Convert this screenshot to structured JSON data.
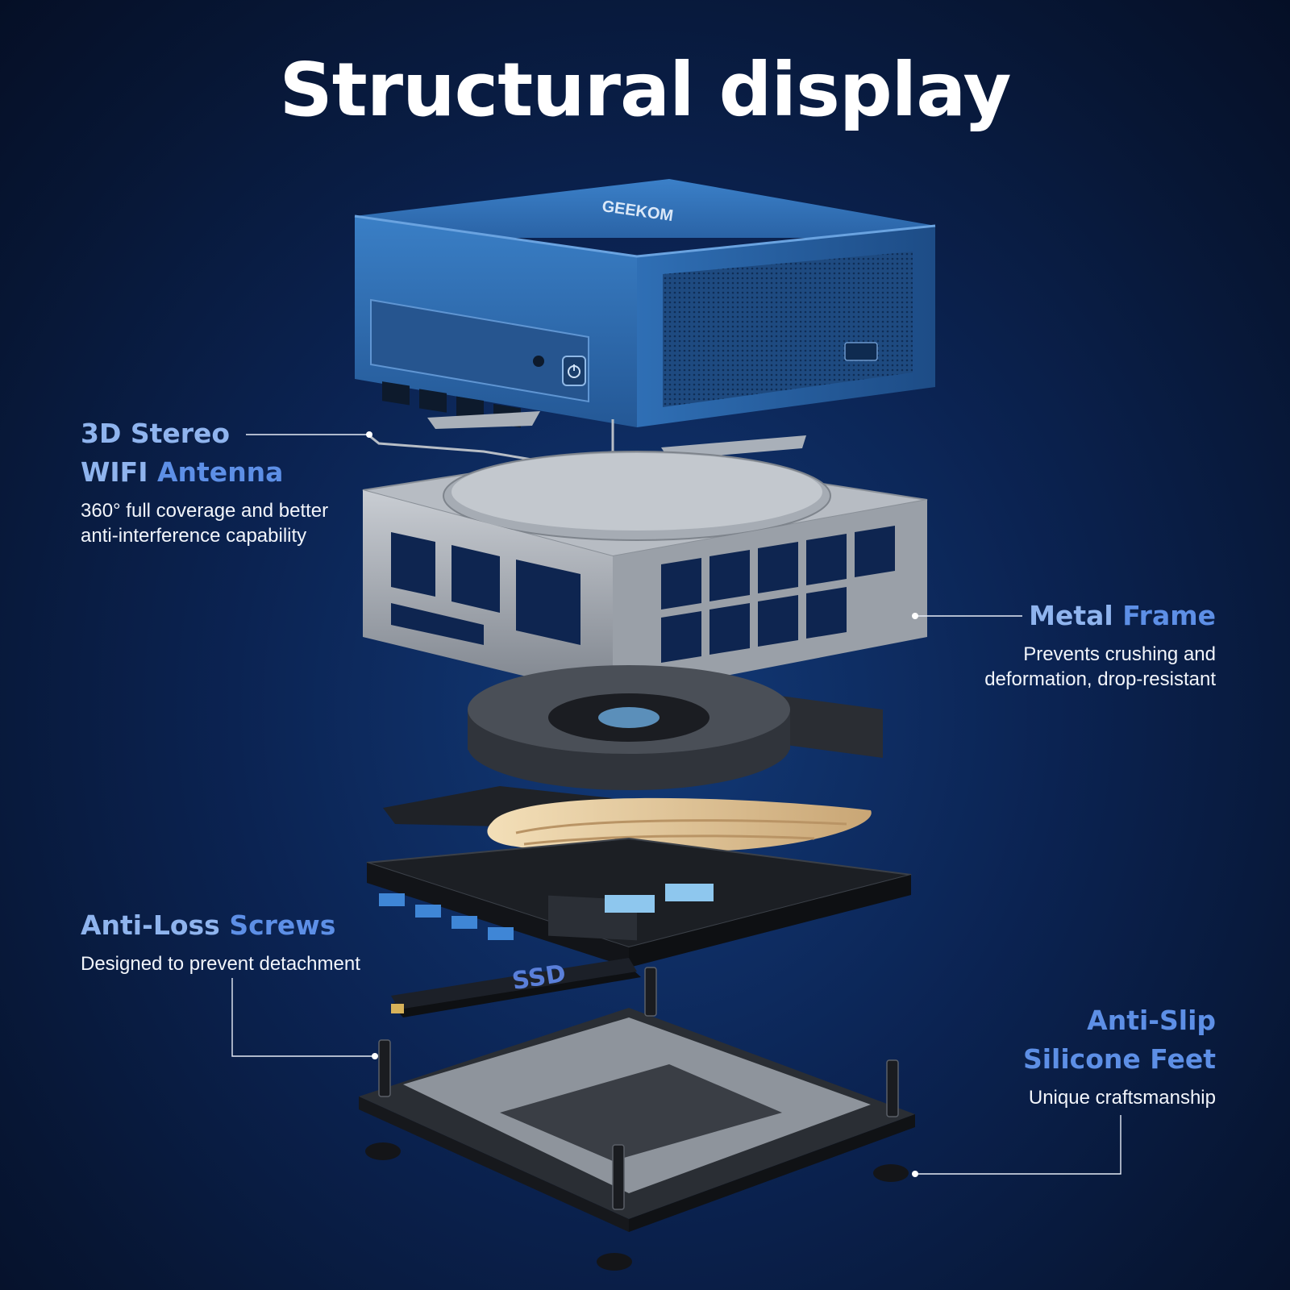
{
  "title": "Structural display",
  "brand": "GEEKOM",
  "ssd_label": "SSD",
  "features": {
    "antenna": {
      "title_line1": "3D Stereo",
      "title_line2_a": "WIFI",
      "title_line2_b": "Antenna",
      "description_line1": "360° full coverage and better",
      "description_line2": "anti-interference capability"
    },
    "metal_frame": {
      "title_a": "Metal",
      "title_b": "Frame",
      "description_line1": "Prevents crushing and",
      "description_line2": "deformation, drop-resistant"
    },
    "screws": {
      "title_a": "Anti-Loss",
      "title_b": "Screws",
      "description_line1": "Designed to prevent detachment"
    },
    "feet": {
      "title_line1": "Anti-Slip",
      "title_line2": "Silicone Feet",
      "description_line1": "Unique craftsmanship"
    }
  },
  "colors": {
    "background": "#0b2352",
    "title_text": "#ffffff",
    "feature_title_light": "#8fb4ee",
    "feature_title_accent": "#5d8fe6",
    "device_blue": "#2f6fb5"
  }
}
